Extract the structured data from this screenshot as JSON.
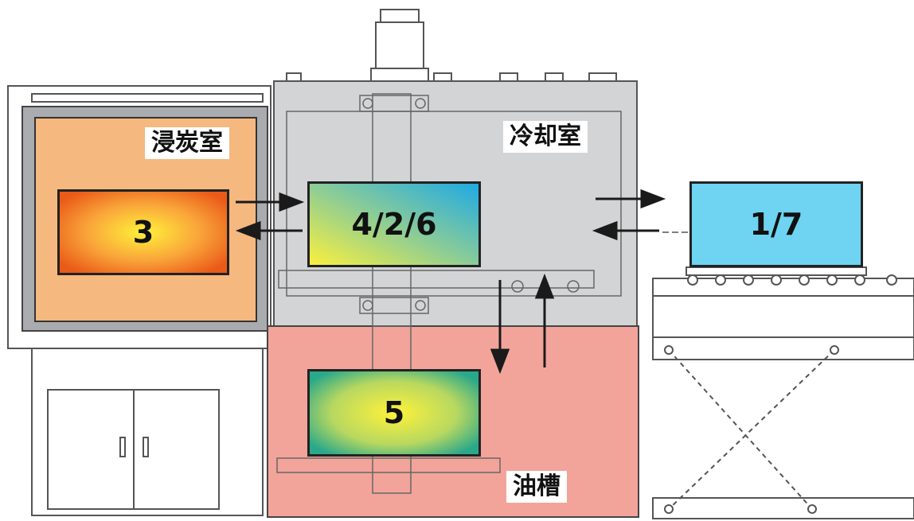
{
  "chambers": {
    "carburizing": {
      "label": "浸炭室",
      "color": "#f5b87e"
    },
    "cooling": {
      "label": "冷却室",
      "color": "#d3d4d6"
    },
    "oil_tank": {
      "label": "油槽",
      "color": "#f2a49a"
    }
  },
  "workpieces": {
    "carburizing": "3",
    "cooling": "4/2/6",
    "oil_tank": "5",
    "loading": "1/7"
  },
  "colors": {
    "load_table": "#6fd3f2",
    "arrow": "#1a1a1a",
    "frame_line": "#555555"
  }
}
